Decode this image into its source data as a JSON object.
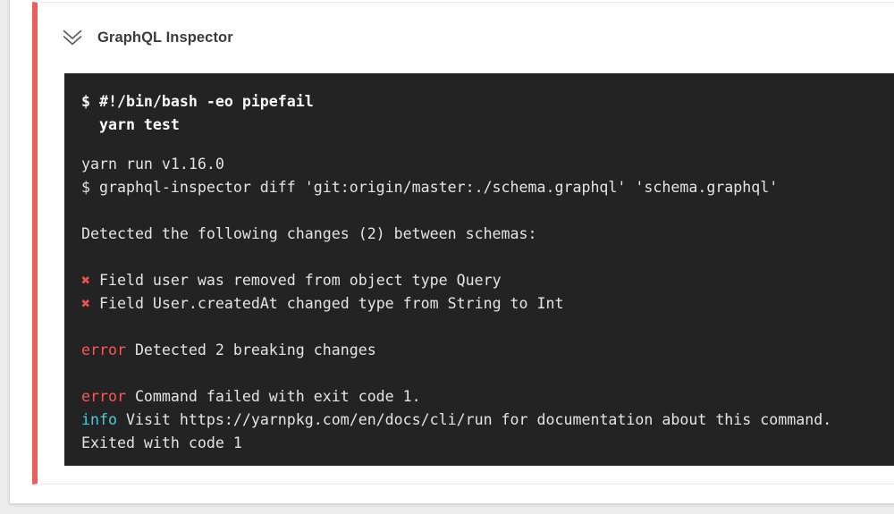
{
  "colors": {
    "accent_red": "#ec5d5d",
    "error_red": "#ef5c5c",
    "cross_red": "#ef5050",
    "info_cyan": "#4fc8da",
    "terminal_bg": "#232323",
    "page_bg": "#ededed",
    "card_bg": "#ffffff",
    "title_color": "#3b3b3b",
    "terminal_text": "#e6e4e1",
    "terminal_bold_text": "#fafafa"
  },
  "step": {
    "title": "GraphQL Inspector",
    "status": "failed",
    "chevron_icon": "double-chevron-down-icon"
  },
  "terminal": {
    "command_lines": [
      "$ #!/bin/bash -eo pipefail",
      "  yarn test"
    ],
    "output_lines": [
      {
        "segments": [
          {
            "text": "yarn run v1.16.0"
          }
        ]
      },
      {
        "segments": [
          {
            "text": "$ graphql-inspector diff 'git:origin/master:./schema.graphql' 'schema.graphql'"
          }
        ]
      },
      {
        "segments": [
          {
            "text": ""
          }
        ]
      },
      {
        "segments": [
          {
            "text": "Detected the following changes (2) between schemas:"
          }
        ]
      },
      {
        "segments": [
          {
            "text": ""
          }
        ]
      },
      {
        "segments": [
          {
            "text": "✖",
            "style": "cross"
          },
          {
            "text": " Field user was removed from object type Query"
          }
        ]
      },
      {
        "segments": [
          {
            "text": "✖",
            "style": "cross"
          },
          {
            "text": " Field User.createdAt changed type from String to Int"
          }
        ]
      },
      {
        "segments": [
          {
            "text": ""
          }
        ]
      },
      {
        "segments": [
          {
            "text": "error",
            "style": "error"
          },
          {
            "text": " Detected 2 breaking changes"
          }
        ]
      },
      {
        "segments": [
          {
            "text": ""
          }
        ]
      },
      {
        "segments": [
          {
            "text": "error",
            "style": "error"
          },
          {
            "text": " Command failed with exit code 1."
          }
        ]
      },
      {
        "segments": [
          {
            "text": "info",
            "style": "info"
          },
          {
            "text": " Visit https://yarnpkg.com/en/docs/cli/run for documentation about this command."
          }
        ]
      },
      {
        "segments": [
          {
            "text": "Exited with code 1"
          }
        ]
      }
    ]
  }
}
